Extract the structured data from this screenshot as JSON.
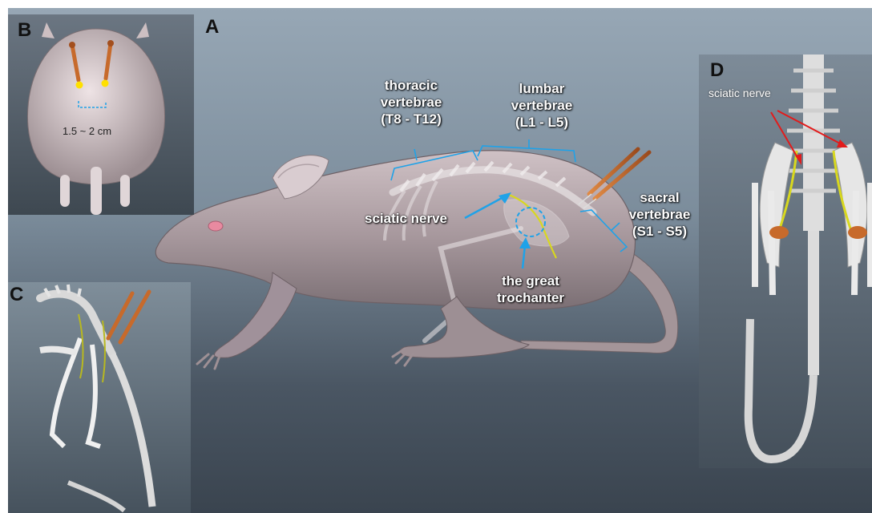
{
  "panels": {
    "a": {
      "letter": "A"
    },
    "b": {
      "letter": "B",
      "distance": "1.5 ~ 2 cm"
    },
    "c": {
      "letter": "C"
    },
    "d": {
      "letter": "D",
      "nerve_label": "sciatic nerve"
    }
  },
  "labels": {
    "thoracic": "thoracic\nvertebrae\n(T8 - T12)",
    "lumbar": "lumbar\nvertebrae\n(L1 - L5)",
    "sacral": "sacral\nvertebrae\n(S1 - S5)",
    "sciatic": "sciatic nerve",
    "trochanter": "the great\ntrochanter"
  },
  "colors": {
    "annotation_blue": "#1fa2e8",
    "arrow_red": "#e21b1b",
    "needle_copper": "#c76a2b",
    "nerve_yellow": "#d8d81e",
    "marker_yellow": "#ffe000",
    "body_pink": "#b9a9ae",
    "eye_pink": "#e88aa0"
  }
}
